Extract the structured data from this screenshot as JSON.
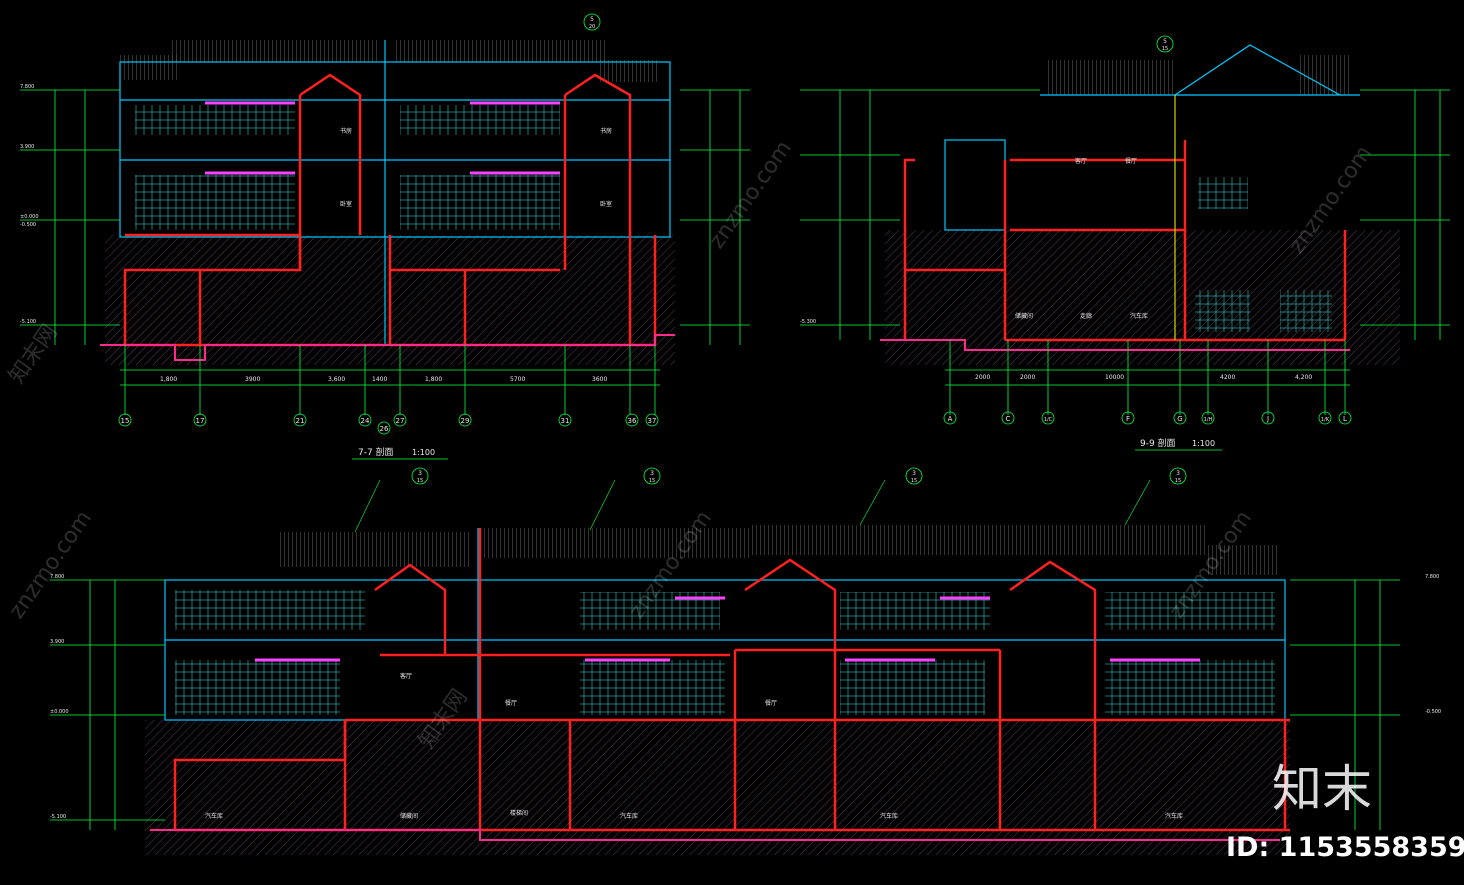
{
  "drawing": {
    "section_7": {
      "title": "7-7 剖面",
      "scale": "1:100"
    },
    "section_9": {
      "title": "9-9 剖面",
      "scale": "1:100"
    },
    "grid_labels_7": [
      "15",
      "17",
      "21",
      "24",
      "26",
      "27",
      "29",
      "31",
      "36",
      "37"
    ],
    "grid_labels_9": [
      "A",
      "C",
      "1/C",
      "F",
      "G",
      "1/H",
      "J",
      "1/K",
      "L"
    ],
    "dims_7": [
      "1,800",
      "3900",
      "3,600",
      "1400",
      "1,800",
      "5700",
      "3600"
    ],
    "dims_9": [
      "2000",
      "2000",
      "10000",
      "4200",
      "4,200"
    ],
    "levels": [
      "7.800",
      "3.900",
      "±0.000",
      "-0.500",
      "-5.100",
      "-5.300"
    ],
    "rooms": [
      "客厅",
      "餐厅",
      "汽车库",
      "储藏间",
      "走廊",
      "卧室",
      "书房",
      "楼梯间"
    ],
    "callouts": [
      "5",
      "3",
      "15",
      "20"
    ]
  },
  "watermark": {
    "site": "znzmo.com",
    "cn": "知末网"
  },
  "brand": {
    "logo": "知末",
    "id": "ID: 1153558359"
  },
  "colors": {
    "bg": "#000000",
    "wall": "#ff2020",
    "frame": "#00c8ff",
    "dim": "#00ff40",
    "rail": "#ff40ff",
    "ground": "#ff2a8a",
    "grid": "#ffff00"
  }
}
